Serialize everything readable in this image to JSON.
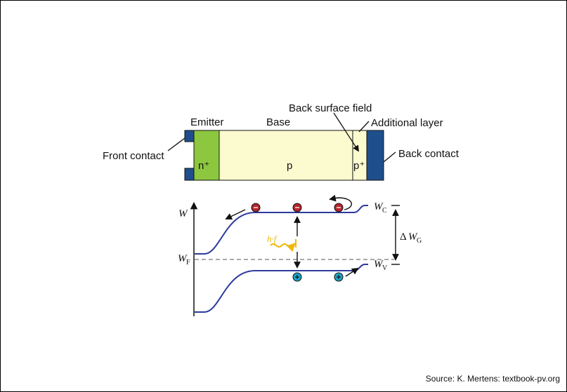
{
  "device": {
    "labels": {
      "emitter": "Emitter",
      "base": "Base",
      "back_surface_field": "Back surface field",
      "additional_layer": "Additional layer",
      "front_contact": "Front contact",
      "back_contact": "Back contact"
    },
    "regions": {
      "emitter_doping": "n⁺",
      "base_doping": "p",
      "bsf_doping": "p⁺"
    },
    "colors": {
      "contact": "#1f4e8c",
      "emitter": "#8dc63f",
      "base": "#fcfbd0",
      "bsf": "#fcfbd0"
    }
  },
  "band_diagram": {
    "energy_axis": {
      "symbol": "W"
    },
    "fermi_level": {
      "symbol": "W",
      "subscript": "F"
    },
    "conduction_band": {
      "symbol": "W",
      "subscript": "C"
    },
    "valence_band": {
      "symbol": "W",
      "subscript": "V"
    },
    "gap": {
      "prefix": "Δ",
      "symbol": "W",
      "subscript": "G"
    },
    "photon": {
      "label": "h·f",
      "color": "#f2b705"
    },
    "colors": {
      "band_line": "#2c3a9c",
      "electron": "#b3262c",
      "hole": "#1fa3c9",
      "fermi": "#777777"
    }
  },
  "source": "Source: K. Mertens: textbook-pv.org"
}
